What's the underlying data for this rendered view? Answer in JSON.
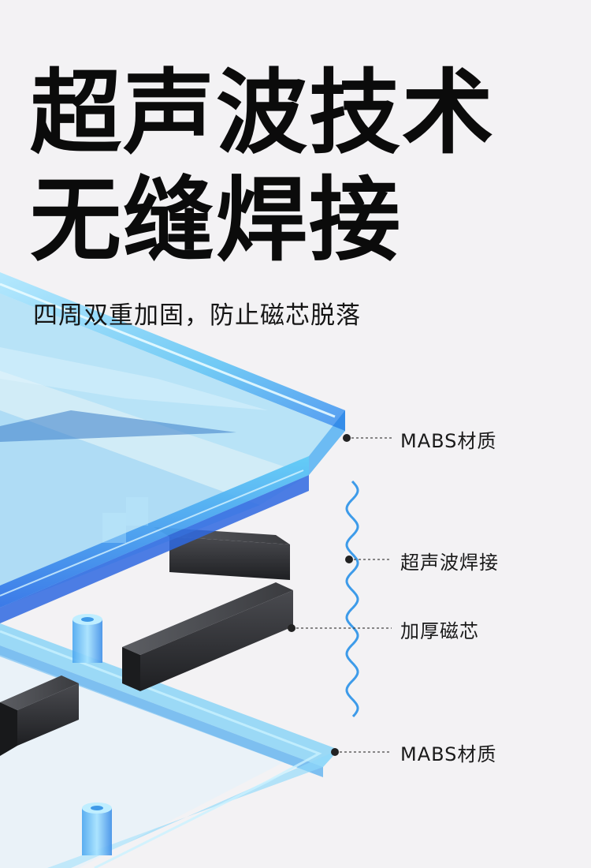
{
  "headline": {
    "line1": "超声波技术",
    "line2": "无缝焊接"
  },
  "subtitle": "四周双重加固，防止磁芯脱落",
  "callouts": [
    {
      "label": "MABS材质"
    },
    {
      "label": "超声波焊接"
    },
    {
      "label": "加厚磁芯"
    },
    {
      "label": "MABS材质"
    }
  ],
  "colors": {
    "background": "#f3f2f4",
    "acrylic": "#3fb6f2",
    "magnet": "#2b2c2f",
    "wave": "#3d9be9"
  }
}
